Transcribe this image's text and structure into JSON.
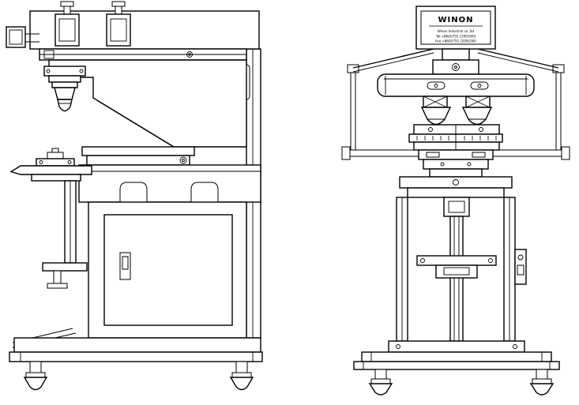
{
  "machine": {
    "display": {
      "brand": "WINON",
      "info_line_1": "Winon  Industrial  co.,ltd",
      "info_line_2": "Tel:+86(0)755 22091000",
      "info_line_3": "Fax:+86(0)755 22091000"
    },
    "colors": {
      "ink": "#000000",
      "paper": "#ffffff"
    }
  }
}
